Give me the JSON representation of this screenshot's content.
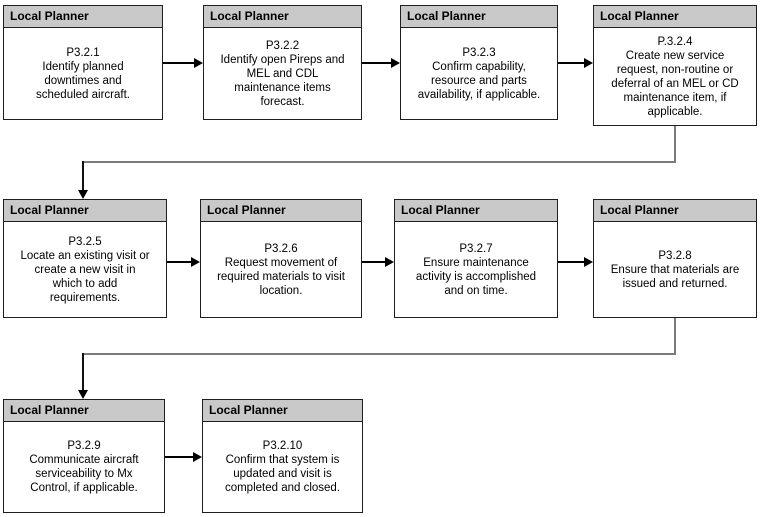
{
  "diagram": {
    "role_label": "Local Planner",
    "colors": {
      "header_background": "#c9c9c9",
      "box_border": "#1f1f1f",
      "connector_line": "#7b7b7b",
      "arrow": "#000000",
      "background": "#ffffff"
    },
    "boxes": [
      {
        "header": "Local Planner",
        "step": "P3.2.1",
        "lines": [
          "Identify planned",
          "downtimes and",
          "scheduled aircraft."
        ]
      },
      {
        "header": "Local Planner",
        "step": "P3.2.2",
        "lines": [
          "Identify open Pireps and",
          "MEL and CDL",
          "maintenance items",
          "forecast."
        ]
      },
      {
        "header": "Local Planner",
        "step": "P3.2.3",
        "lines": [
          "Confirm capability,",
          "resource and parts",
          "availability, if applicable."
        ]
      },
      {
        "header": "Local Planner",
        "step": "P.3.2.4",
        "lines": [
          "Create new service",
          "request, non-routine or",
          "deferral of an MEL or CD",
          "maintenance item, if",
          "applicable."
        ]
      },
      {
        "header": "Local Planner",
        "step": "P3.2.5",
        "lines": [
          "Locate an existing visit or",
          "create a new visit in",
          "which to add",
          "requirements."
        ]
      },
      {
        "header": "Local Planner",
        "step": "P3.2.6",
        "lines": [
          "Request movement of",
          "required materials to visit",
          "location."
        ]
      },
      {
        "header": "Local Planner",
        "step": "P3.2.7",
        "lines": [
          "Ensure maintenance",
          "activity is accomplished",
          "and on time."
        ]
      },
      {
        "header": "Local Planner",
        "step": "P3.2.8",
        "lines": [
          "Ensure that materials are",
          "issued and returned."
        ]
      },
      {
        "header": "Local Planner",
        "step": "P3.2.9",
        "lines": [
          "Communicate aircraft",
          "serviceability to Mx",
          "Control, if applicable."
        ]
      },
      {
        "header": "Local Planner",
        "step": "P3.2.10",
        "lines": [
          "Confirm that system is",
          "updated and visit is",
          "completed and closed."
        ]
      }
    ],
    "flow": [
      "P3.2.1 -> P3.2.2",
      "P3.2.2 -> P3.2.3",
      "P3.2.3 -> P.3.2.4",
      "P.3.2.4 -> P3.2.5",
      "P3.2.5 -> P3.2.6",
      "P3.2.6 -> P3.2.7",
      "P3.2.7 -> P3.2.8",
      "P3.2.8 -> P3.2.9",
      "P3.2.9 -> P3.2.10"
    ]
  }
}
